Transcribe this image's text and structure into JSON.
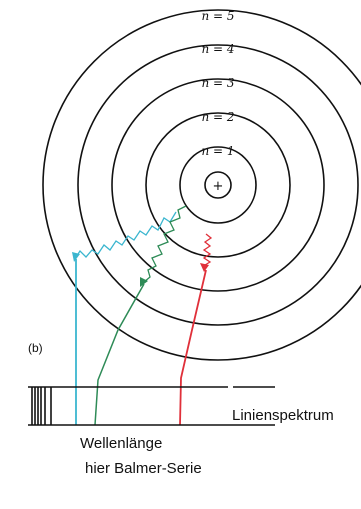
{
  "atom": {
    "orbits": [
      "n = 1",
      "n = 2",
      "n = 3",
      "n = 4",
      "n = 5"
    ],
    "nucleus": "+"
  },
  "panel_label": "(b)",
  "spectrum": {
    "label": "Linienspektrum",
    "caption_line1": "Wellenlänge",
    "caption_line2": "hier Balmer-Serie"
  },
  "colors": {
    "outline": "#111111",
    "cyan_line": "#3bb6cf",
    "green_line": "#2e8b57",
    "red_line": "#e0303a"
  }
}
